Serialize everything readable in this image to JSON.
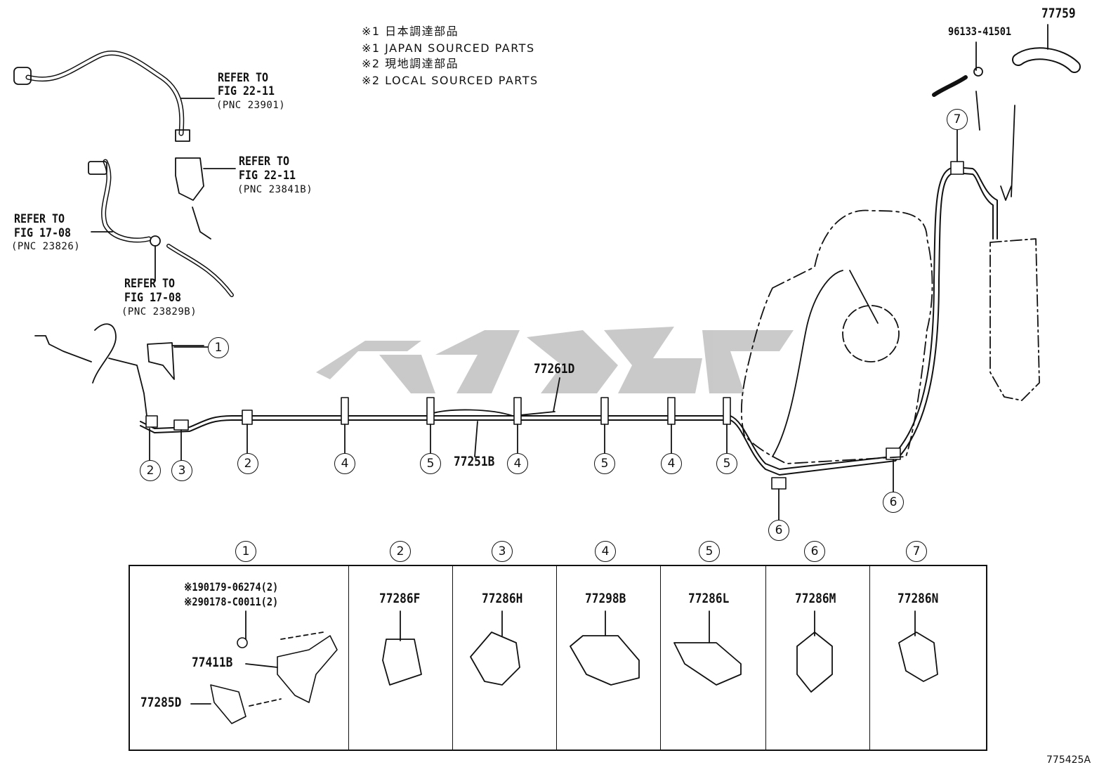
{
  "notes": [
    "※1 日本調達部品",
    "※1 JAPAN SOURCED PARTS",
    "※2 現地調達部品",
    "※2 LOCAL SOURCED PARTS"
  ],
  "refs": [
    {
      "line1": "REFER TO",
      "line2": "FIG 22-11",
      "line3": "(PNC 23901)"
    },
    {
      "line1": "REFER TO",
      "line2": "FIG 22-11",
      "line3": "(PNC 23841B)"
    },
    {
      "line1": "REFER TO",
      "line2": "FIG 17-08",
      "line3": "(PNC 23826)"
    },
    {
      "line1": "REFER TO",
      "line2": "FIG 17-08",
      "line3": "(PNC 23829B)"
    }
  ],
  "parts": {
    "main_tube": "77261D",
    "sub_tube": "77251B",
    "hose": "77759",
    "clip": "96133-41501"
  },
  "callouts": {
    "c1": "1",
    "c2": "2",
    "c3": "3",
    "c4": "4",
    "c5": "5",
    "c6": "6",
    "c7": "7"
  },
  "table": {
    "headers": [
      "1",
      "2",
      "3",
      "4",
      "5",
      "6",
      "7"
    ],
    "cell1": {
      "note_a": "※190179-06274(2)",
      "note_b": "※290178-C0011(2)",
      "part_a": "77411B",
      "part_b": "77285D"
    },
    "cells": [
      "77286F",
      "77286H",
      "77298B",
      "77286L",
      "77286M",
      "77286N"
    ]
  },
  "figure_id": "775425A"
}
